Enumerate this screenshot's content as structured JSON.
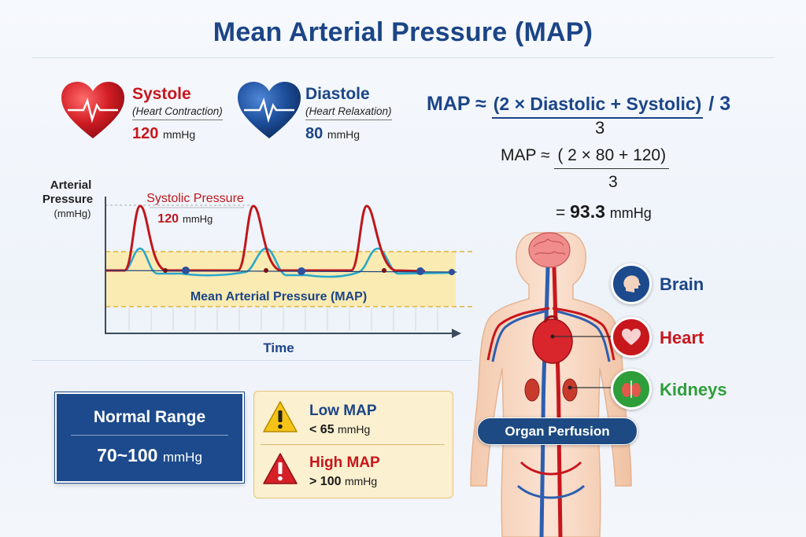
{
  "title": "Mean Arterial Pressure (MAP)",
  "systole": {
    "name": "Systole",
    "sub": "(Heart Contraction)",
    "value": "120",
    "unit": "mmHg",
    "color": "#c8161d"
  },
  "diastole": {
    "name": "Diastole",
    "sub": "(Heart Relaxation)",
    "value": "80",
    "unit": "mmHg",
    "color": "#1c4587"
  },
  "formula": {
    "lhs": "MAP ≈",
    "numerator": "(2 × Diastolic + Systolic)",
    "tail": "/ 3",
    "denominator": "3"
  },
  "calculation": {
    "lhs": "MAP ≈",
    "numerator": "( 2 × 80 + 120)",
    "denominator": "3",
    "result_prefix": "=",
    "result": "93.3",
    "unit": "mmHg"
  },
  "waveform": {
    "y_axis_label": [
      "Arterial",
      "Pressure",
      "(mmHg)"
    ],
    "x_axis_label": "Time",
    "systolic_label": "Systolic Pressure",
    "systolic_value": "120",
    "systolic_unit": "mmHg",
    "map_band_label": "Mean Arterial Pressure (MAP)",
    "systolic_color": "#c0161d",
    "diastolic_color": "#2aa7c9",
    "band_color": "#fbe9a6"
  },
  "normal_range": {
    "title": "Normal Range",
    "value": "70~100",
    "unit": "mmHg"
  },
  "low_map": {
    "title": "Low MAP",
    "prefix": "<",
    "value": "65",
    "unit": "mmHg",
    "color": "#1c4587"
  },
  "high_map": {
    "title": "High MAP",
    "prefix": ">",
    "value": "100",
    "unit": "mmHg",
    "color": "#c8161d"
  },
  "organs": [
    {
      "name": "Brain",
      "icon": "brain-icon",
      "color": "#1c4587"
    },
    {
      "name": "Heart",
      "icon": "heart-icon",
      "color": "#c8161d"
    },
    {
      "name": "Kidneys",
      "icon": "kidneys-icon",
      "color": "#2e9e3a"
    }
  ],
  "perfusion_label": "Organ Perfusion"
}
